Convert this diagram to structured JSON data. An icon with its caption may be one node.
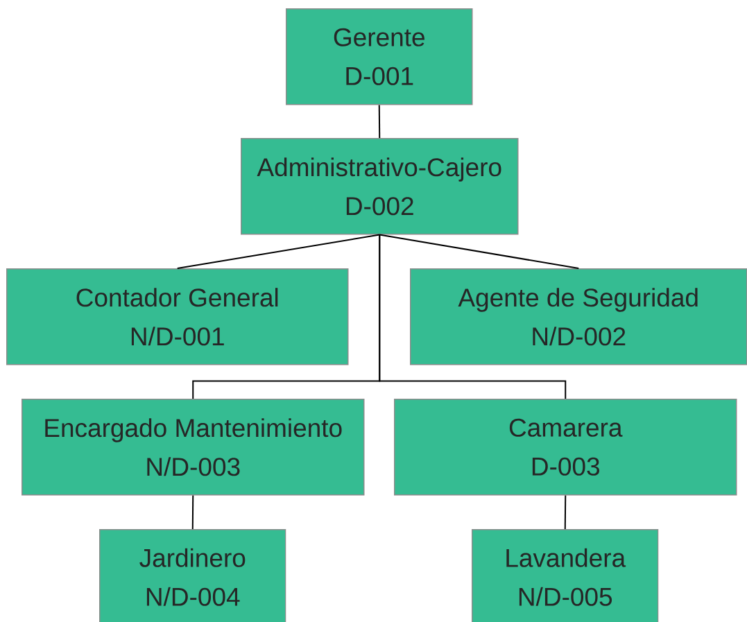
{
  "diagram": {
    "nodes": [
      {
        "text": [
          "Gerente",
          "D-001"
        ]
      },
      {
        "text": [
          "Administrativo-Cajero",
          "D-002"
        ]
      },
      {
        "text": [
          "Contador General",
          "N/D-001"
        ]
      },
      {
        "text": [
          "Agente de Seguridad",
          "N/D-002"
        ]
      },
      {
        "text": [
          "Encargado Mantenimiento",
          "N/D-003"
        ]
      },
      {
        "text": [
          "Camarera",
          "D-003"
        ]
      },
      {
        "text": [
          "Jardinero",
          "N/D-004"
        ]
      },
      {
        "text": [
          "Lavandera",
          "N/D-005"
        ]
      }
    ],
    "edges": [
      {
        "from": 0,
        "to": 1,
        "arrow": "none"
      },
      {
        "from": 1,
        "to": 2,
        "arrow": "none"
      },
      {
        "from": 1,
        "to": 3,
        "arrow": "none"
      },
      {
        "from": 1,
        "to": 4,
        "arrow": "none"
      },
      {
        "from": 1,
        "to": 5,
        "arrow": "none"
      },
      {
        "from": 4,
        "to": 6,
        "arrow": "none"
      },
      {
        "from": 5,
        "to": 7,
        "arrow": "none"
      }
    ]
  }
}
